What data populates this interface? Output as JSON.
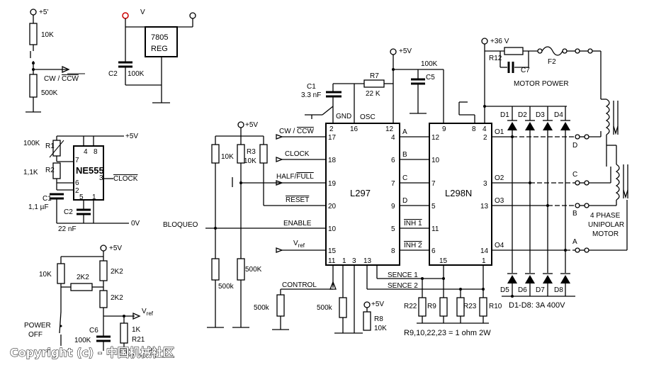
{
  "labels": {
    "plus5_top": "+5'",
    "v_reg": "V",
    "reg_line1": "7805",
    "reg_line2": "REG",
    "c2": "C2",
    "c2_val": "100K",
    "r_10k_top": "10K",
    "cw_ccw": "CW / ",
    "ccw_bar": "CCW",
    "r_500k_top": "500K",
    "r_100k": "100K",
    "r1": "R1",
    "r_1k1": "1,1K",
    "r2": "R2",
    "c1_left": "C1",
    "c1_val": "1,1 µF",
    "c2_b": "C2",
    "c2_b_val": "22 nF",
    "ne555": "NE555",
    "pin8": "8",
    "pin4": "4",
    "pin7": "7",
    "pin6": "6",
    "pin2": "2",
    "pin5": "5",
    "pin1": "1",
    "pin3": "3",
    "clock_bar": "CLOCK",
    "plus5v_555": "+5V",
    "zero_v": "0V",
    "plus5v_vref": "+5V",
    "r_10k_vref": "10K",
    "r_2k2_a": "2K2",
    "r_2k2_b": "2K2",
    "r_2k2_c": "2K2",
    "vref_label": "V",
    "vref_sub": "ref",
    "power_off_1": "POWER",
    "power_off_2": "OFF",
    "c6": "C6",
    "c6_val": "100K",
    "r21_val": "1K",
    "r21": "R21",
    "copyright": "Copyright (c) - 中国机械社区",
    "plus5v_l297in": "+5V",
    "r_10k_a": "10K",
    "r3": "R3",
    "r3_val": "10K",
    "in_cw": "CW / ",
    "in_ccw": "CCW",
    "in_clock": "CLOCK",
    "in_half": "HALF/",
    "in_full": "FULL",
    "in_reset": "RESET",
    "in_enable": "ENABLE",
    "in_vref": "V",
    "in_vref_sub": "ref",
    "bloqueo": "BLOQUEO",
    "r_500k_a": "500k",
    "r_500k_b": "500K",
    "control": "CONTROL",
    "r_500k_c": "500k",
    "r_500k_d": "500k",
    "plus5v_r8": "+5V",
    "r8": "R8",
    "r8_val": "10K",
    "c1_top": "C1",
    "c1_top_val": "3.3 nF",
    "gnd_pin": "GND",
    "r7": "R7",
    "r7_val": "22 K",
    "osc": "OSC",
    "plus5v_top": "+5V",
    "r_100k_top": "100K",
    "c5": "C5",
    "l297": "L297",
    "l298": "L298N",
    "p2": "2",
    "p16": "16",
    "p12": "12",
    "p17": "17",
    "p18": "18",
    "p19": "19",
    "p20": "20",
    "p10": "10",
    "p15": "15",
    "p11": "11",
    "p1": "1",
    "p3": "3",
    "p13": "13",
    "p4": "4",
    "p6": "6",
    "p7": "7",
    "p9": "9",
    "p5": "5",
    "p8": "8",
    "sig_a": "A",
    "sig_b": "B",
    "sig_c": "C",
    "sig_d": "D",
    "inh1": "INH 1",
    "inh2": "INH 2",
    "l298_p12": "12",
    "l298_p10": "10",
    "l298_p7": "7",
    "l298_p5": "5",
    "l298_p11": "11",
    "l298_p6": "6",
    "l298_p9": "9",
    "l298_p8": "8",
    "l298_p4": "4",
    "l298_p2": "2",
    "l298_p3": "3",
    "l298_p13": "13",
    "l298_p14": "14",
    "l298_p15": "15",
    "l298_p1": "1",
    "sence1": "SENCE 1",
    "sence2": "SENCE 2",
    "r22": "R22",
    "r9": "R9",
    "r23": "R23",
    "r10": "R10",
    "r_note": "R9,10,22,23 = 1 ohm 2W",
    "plus36": "+36 V",
    "r12": "R12",
    "c7": "C7",
    "f2": "F2",
    "motor_power": "MOTOR POWER",
    "d1": "D1",
    "d2": "D2",
    "d3": "D3",
    "d4": "D4",
    "d5": "D5",
    "d6": "D6",
    "d7": "D7",
    "d8": "D8",
    "diode_note": "D1-D8: 3A 400V",
    "o1": "O1",
    "o2": "O2",
    "o3": "O3",
    "o4": "O4",
    "ph_d": "D",
    "ph_c": "C",
    "ph_b": "B",
    "ph_a": "A",
    "motor_1": "4 PHASE",
    "motor_2": "UNIPOLAR",
    "motor_3": "MOTOR"
  }
}
